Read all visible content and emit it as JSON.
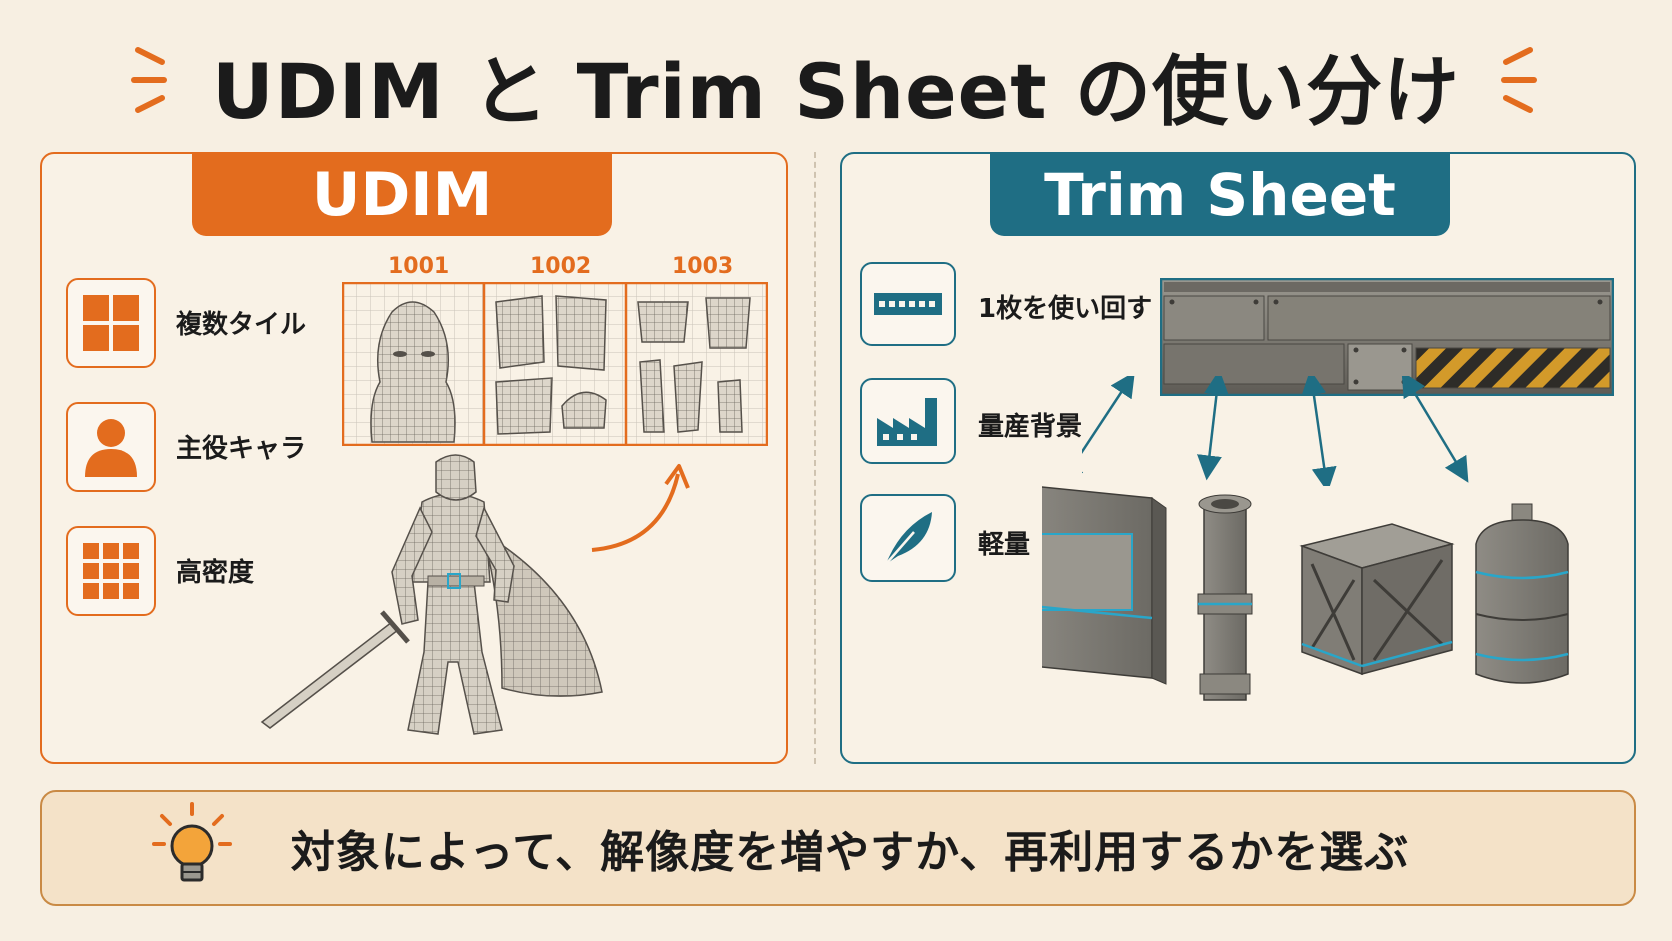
{
  "title": "UDIM と Trim Sheet の使い分け",
  "colors": {
    "udim": "#e36c1e",
    "trim": "#1f6e84",
    "background": "#f7efe2"
  },
  "udim": {
    "header": "UDIM",
    "tiles": [
      "1001",
      "1002",
      "1003"
    ],
    "features": [
      {
        "icon": "four-squares-icon",
        "label": "複数タイル"
      },
      {
        "icon": "person-icon",
        "label": "主役キャラ"
      },
      {
        "icon": "dense-grid-icon",
        "label": "高密度"
      }
    ]
  },
  "trim": {
    "header": "Trim Sheet",
    "features": [
      {
        "icon": "strip-icon",
        "label": "1枚を使い回す"
      },
      {
        "icon": "factory-icon",
        "label": "量産背景"
      },
      {
        "icon": "feather-icon",
        "label": "軽量"
      }
    ]
  },
  "footer": {
    "icon": "lightbulb-icon",
    "text": "対象によって、解像度を増やすか、再利用するかを選ぶ"
  }
}
